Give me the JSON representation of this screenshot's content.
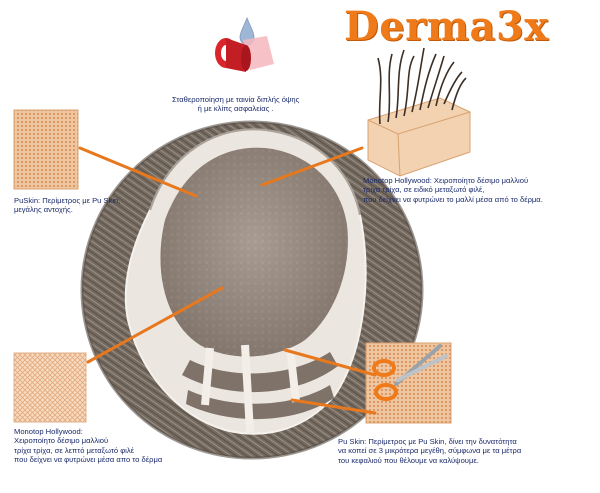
{
  "brand": {
    "name": "Derma3x"
  },
  "annotations": {
    "tape": {
      "lines": [
        "Σταθεροποίηση με ταινία διπλής όψης",
        "ή με κλίπς ασφαλείας ."
      ]
    },
    "puskin_top": {
      "lines": [
        "PuSkin: Περίμετρος με Pu Skin,",
        "μεγάλης αντοχής."
      ]
    },
    "monotop_right": {
      "lines": [
        "Monotop Hollywood: Χειροποίητο δέσιμο μαλλιού",
        "τρίχα τρίχα, σε ειδικό μεταξωτό φιλέ,",
        "που  δείχνει να φυτρώνει το μαλλί μέσα από το δέρμα."
      ]
    },
    "monotop_bottom": {
      "lines": [
        "Monotop Hollywood:",
        "Χειροποίητο δέσιμο μαλλιού",
        "τρίχα τρίχα, σε λεπτό μεταξωτό φιλέ",
        "που δείχνει να φυτρώνει μέσα απο το δέρμα"
      ]
    },
    "puskin_bottom": {
      "lines": [
        "Pu Skin: Περίμετρος με Pu Skin, δίνει την δυνατότητα",
        "να κοπεί σε 3 μικρότερα μεγέθη, σύμφωνα με τα μέτρα",
        "του κεφαλιού που θέλουμε να καλύψουμε."
      ]
    }
  },
  "colors": {
    "accent": "#ee7a1a",
    "leader_line": "#e8781e",
    "label_text": "#1a2a6b",
    "mesh": "#e7b48a",
    "hair": "#6e6358"
  },
  "icons": {
    "tape": "double-sided-tape-icon",
    "hair_tuft": "hair-knot-cross-section-icon",
    "scissors": "scissors-icon"
  }
}
